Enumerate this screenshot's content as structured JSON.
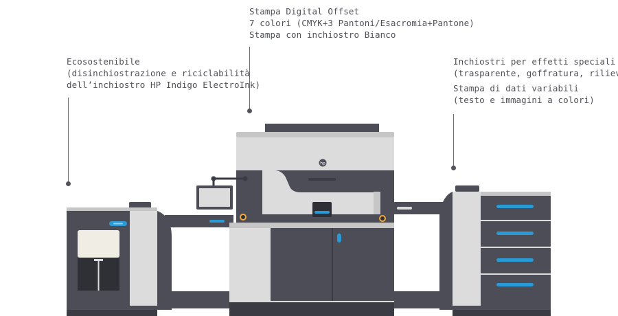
{
  "callouts": {
    "top": [
      "Stampa Digital Offset",
      "7 colori (CMYK+3 Pantoni/Esacromia+Pantone)",
      "Stampa con inchiostro Bianco"
    ],
    "left": [
      "Ecosostenibile",
      "(disinchiostrazione e riciclabilità",
      "dell’inchiostro HP Indigo ElectroInk)"
    ],
    "right_a": [
      "Inchiostri per effetti speciali",
      "(trasparente, goffratura, rilievo)"
    ],
    "right_b": [
      "Stampa di dati variabili",
      "(testo e immagini a colori)"
    ]
  },
  "brand": "hp",
  "colors": {
    "accent": "#2a9ad6",
    "dark": "#4d4d57",
    "light": "#dcdcdc",
    "orange": "#f2a93b",
    "text": "#4f5157"
  },
  "icons": [
    "hp-logo-icon",
    "control-screen-icon",
    "paper-stack-icon"
  ]
}
